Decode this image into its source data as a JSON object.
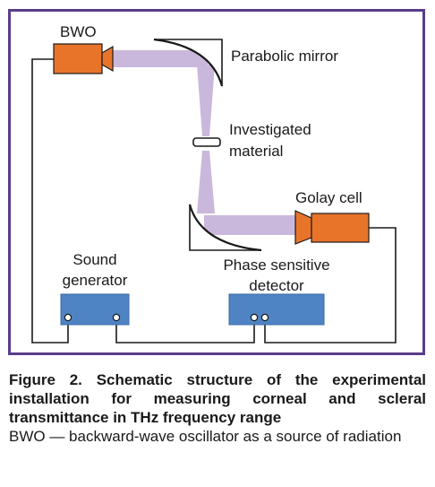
{
  "diagram": {
    "labels": {
      "bwo": "BWO",
      "parabolic_mirror": "Parabolic mirror",
      "investigated_material_line1": "Investigated",
      "investigated_material_line2": "material",
      "golay_cell": "Golay cell",
      "sound_generator_line1": "Sound",
      "sound_generator_line2": "generator",
      "phase_detector_line1": "Phase sensitive",
      "phase_detector_line2": "detector"
    },
    "colors": {
      "frame": "#5a3d8a",
      "source_detector_body": "#e8742a",
      "electronics_box": "#4f84c4",
      "beam": "#c9b8dc",
      "wire": "#1a1a1a"
    }
  },
  "caption": {
    "title": "Figure 2. Schematic structure of the experimental installation for measuring corneal and scleral transmittance in THz frequency range",
    "note": "BWO — backward-wave oscillator as a source of radiation"
  }
}
